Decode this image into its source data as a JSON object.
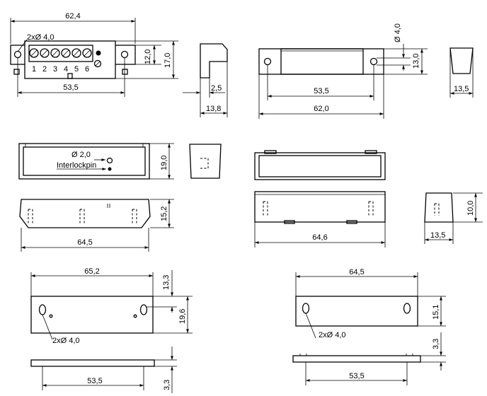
{
  "dimensions": {
    "v1_width": "62,4",
    "v1_holes": "2xØ 4,0",
    "v1_terminal_numbers": [
      "1",
      "2",
      "3",
      "4",
      "5",
      "6"
    ],
    "v1_inner_h": "12,0",
    "v1_outer_h": "17,0",
    "v1_pitch": "53,5",
    "v2_step": "2,5",
    "v2_depth": "13,8",
    "v3_hole_d": "Ø 4,0",
    "v3_height": "13,0",
    "v3_pitch": "53,5",
    "v3_width": "62,0",
    "v4_depth": "13,5",
    "v5_pin_d": "Ø 2,0",
    "v5_pin_label": "Interlockpin",
    "v5_height": "19,0",
    "v7_height": "15,2",
    "v7_width": "64,5",
    "v9_width": "64,6",
    "v10_height": "10,0",
    "v10_depth": "13,5",
    "v11_width": "65,2",
    "v11_top": "13,3",
    "v11_height": "19,6",
    "v11_holes": "2xØ 4,0",
    "v11_pitch": "53,5",
    "v11_thick": "3,3",
    "v12_width": "64,5",
    "v12_height": "15,1",
    "v12_holes": "2xØ 4,0",
    "v12_thick": "3,3",
    "v12_pitch": "53,5"
  }
}
